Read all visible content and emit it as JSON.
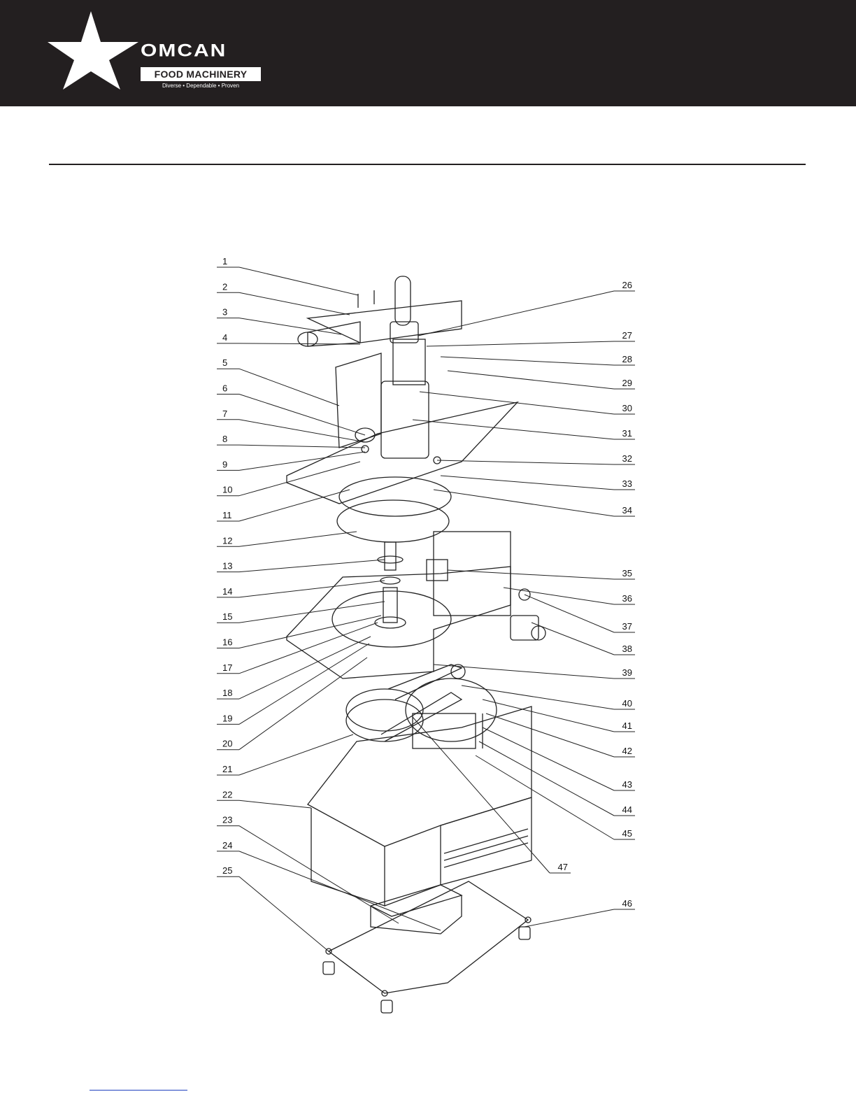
{
  "header": {
    "brand_name": "OMCAN",
    "brand_sub": "FOOD MACHINERY",
    "tagline": "Diverse • Dependable • Proven",
    "background_color": "#231f20"
  },
  "diagram": {
    "left_labels": [
      "1",
      "2",
      "3",
      "4",
      "5",
      "6",
      "7",
      "8",
      "9",
      "10",
      "11",
      "12",
      "13",
      "14",
      "15",
      "16",
      "17",
      "18",
      "19",
      "20",
      "21",
      "22",
      "23",
      "24",
      "25"
    ],
    "right_labels": [
      "26",
      "27",
      "28",
      "29",
      "30",
      "31",
      "32",
      "33",
      "34",
      "35",
      "36",
      "37",
      "38",
      "39",
      "40",
      "41",
      "42",
      "43",
      "44",
      "45",
      "47",
      "46"
    ]
  }
}
